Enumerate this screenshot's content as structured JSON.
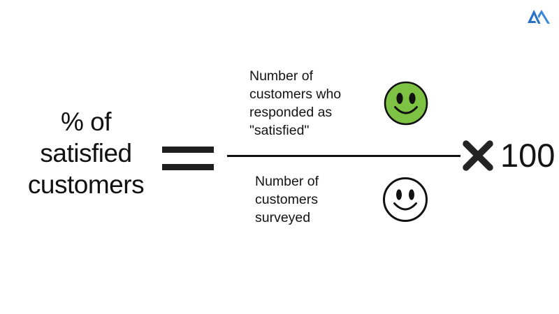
{
  "brand": {
    "logo_icon": "mountain-logo-icon",
    "color": "#2A72C8"
  },
  "formula": {
    "label_lines": [
      "% of",
      "satisfied",
      "customers"
    ],
    "equals_symbol": "=",
    "numerator_lines": [
      "Number of",
      "customers who",
      "responded as",
      "\"satisfied\""
    ],
    "denominator_lines": [
      "Number of",
      "customers",
      "surveyed"
    ],
    "numerator_icon": "green-smiley-face-icon",
    "denominator_icon": "outline-smiley-face-icon",
    "multiply_symbol": "✕",
    "multiplier_value": "100"
  },
  "colors": {
    "background": "#FFFFFF",
    "text": "#131313",
    "smiley_green_fill": "#7DC242",
    "smiley_stroke": "#111111",
    "rule": "#111111"
  }
}
